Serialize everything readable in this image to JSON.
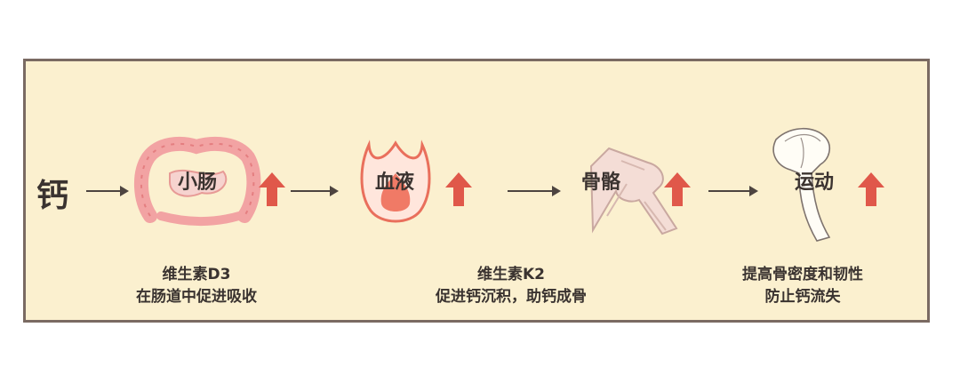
{
  "start": {
    "label": "钙"
  },
  "steps": [
    {
      "label": "小肠",
      "icon": "intestine-icon"
    },
    {
      "label": "血液",
      "icon": "blood-drop-icon"
    },
    {
      "label": "骨骼",
      "icon": "knee-joint-icon"
    },
    {
      "label": "运动",
      "icon": "femur-bone-icon"
    }
  ],
  "captions": [
    {
      "line1": "维生素D3",
      "line2": "在肠道中促进吸收"
    },
    {
      "line1": "维生素K2",
      "line2": "促进钙沉积，助钙成骨"
    },
    {
      "line1": "提高骨密度和韧性",
      "line2": "防止钙流失"
    }
  ],
  "colors": {
    "panel_bg": "#fbf0cf",
    "panel_border": "#7a6a62",
    "up_arrow": "#e0584a",
    "intestine": "#f2a8a8",
    "blood": "#f07a66"
  }
}
